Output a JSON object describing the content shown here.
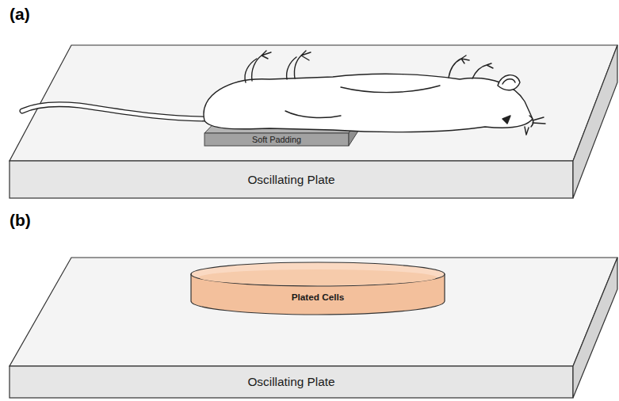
{
  "diagram": {
    "nodes": [
      {
        "text": [
          "Oscillating Plate"
        ]
      },
      {
        "text": [
          "Soft Padding"
        ],
        "in": 0
      },
      {
        "text": [
          "Oscillating Plate"
        ]
      },
      {
        "text": [
          "Plated Cells"
        ],
        "in": 2
      }
    ],
    "labels": [
      "(a)",
      "(b)"
    ]
  }
}
